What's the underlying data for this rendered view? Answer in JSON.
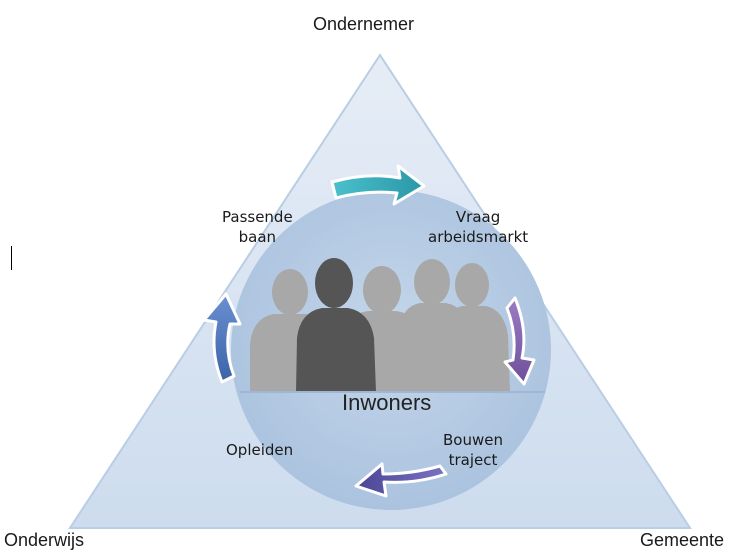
{
  "corners": {
    "top": "Ondernemer",
    "bottom_left": "Onderwijs",
    "bottom_right": "Gemeente"
  },
  "cycle_steps": {
    "top_left": [
      "Passende",
      "baan"
    ],
    "top_right": [
      "Vraag",
      "arbeidsmarkt"
    ],
    "bottom_right": [
      "Bouwen",
      "traject"
    ],
    "bottom_left": [
      "Opleiden"
    ]
  },
  "center": "Inwoners",
  "colors": {
    "triangle_fill": "#dce6f2",
    "triangle_stroke": "#b9cde5",
    "circle_fill": "#b8cce4",
    "arrow_teal": "#31a8b5",
    "arrow_purple": "#7e5fa8",
    "arrow_indigo": "#5a55a8",
    "arrow_blue": "#4a72b8",
    "person_dark": "#5a5a5a",
    "person_light": "#a6a6a6"
  },
  "icons": [
    "people-group-icon",
    "cycle-arrow-icon"
  ]
}
